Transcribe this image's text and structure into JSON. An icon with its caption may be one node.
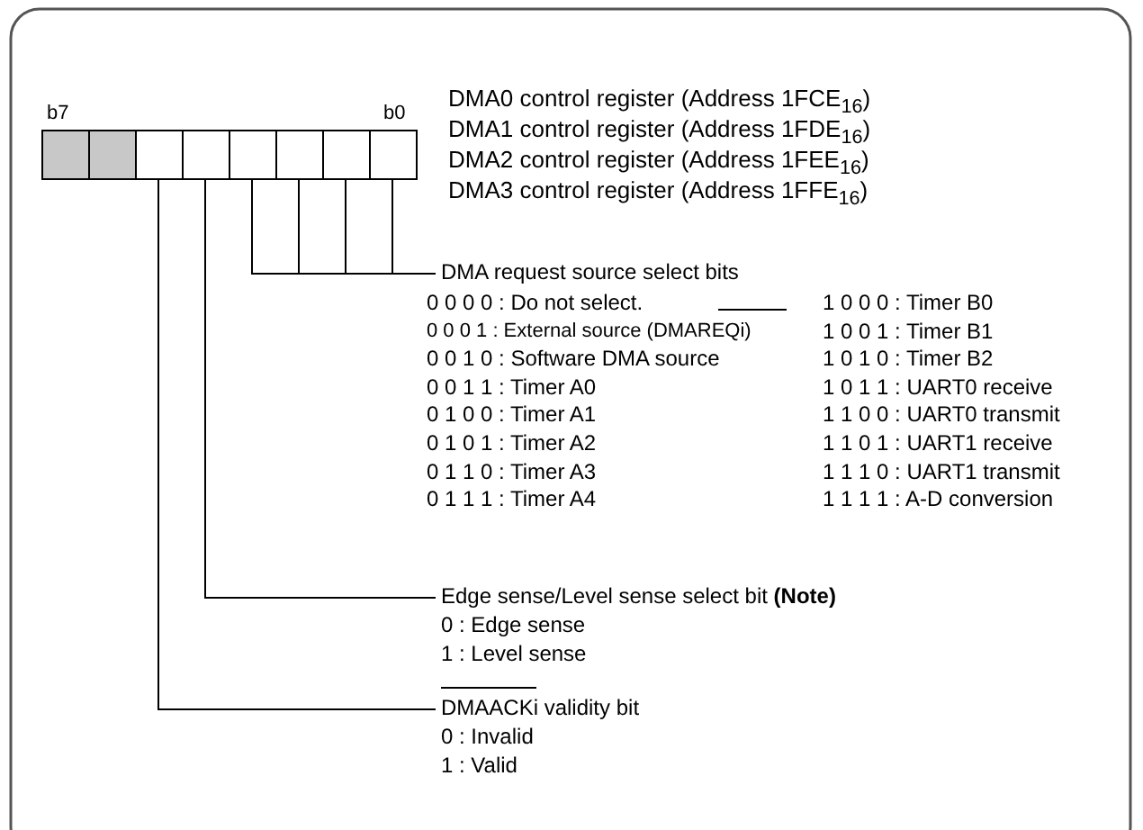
{
  "diagram": {
    "nodes": [
      {
        "text": [],
        "shape": "box"
      },
      {
        "text": [],
        "shape": "box"
      },
      {
        "text": [],
        "shape": "box"
      },
      {
        "text": [],
        "shape": "box"
      },
      {
        "text": [],
        "shape": "box"
      },
      {
        "text": [],
        "shape": "box"
      },
      {
        "text": [],
        "shape": "box"
      },
      {
        "text": [],
        "shape": "box"
      },
      {
        "text": [
          "DMA request source select bits"
        ]
      },
      {
        "text": [
          "Edge sense/Level sense select bit **(Note)**",
          "0 : Edge sense",
          "1 : Level sense"
        ]
      },
      {
        "text": [
          "DMAACKi validity bit",
          "0 : Invalid",
          "1 : Valid"
        ]
      }
    ],
    "edges": [
      {
        "from": 4,
        "to": 8,
        "arrow": "none"
      },
      {
        "from": 5,
        "to": 8,
        "arrow": "none"
      },
      {
        "from": 6,
        "to": 8,
        "arrow": "none"
      },
      {
        "from": 7,
        "to": 8,
        "arrow": "none"
      },
      {
        "from": 3,
        "to": 9,
        "arrow": "none"
      },
      {
        "from": 2,
        "to": 10,
        "arrow": "none"
      }
    ],
    "labels": [
      "b7",
      "b0",
      "DMA0 control register (Address 1FCE$_{16}$)",
      "DMA1 control register (Address 1FDE$_{16}$)",
      "DMA2 control register (Address 1FEE$_{16}$)",
      "DMA3 control register (Address 1FFE$_{16}$)",
      "0 0 0 0 : Do not select.",
      "1 0 0 0 : Timer B0",
      "0 0 0 1 : External source (DMAREQi)",
      "1 0 0 1 : Timer B1",
      "0 0 1 0 : Software DMA source",
      "1 0 1 0 : Timer B2",
      "0 0 1 1 : Timer A0",
      "1 0 1 1 : UART0 receive",
      "0 1 0 0 : Timer A1",
      "1 1 0 0 : UART0 transmit",
      "0 1 0 1 : Timer A2",
      "1 1 0 1 : UART1 receive",
      "0 1 1 0 : Timer A3",
      "1 1 1 0 : UART1 transmit",
      "0 1 1 1 : Timer A4",
      "1 1 1 1 : A-D conversion"
    ]
  }
}
